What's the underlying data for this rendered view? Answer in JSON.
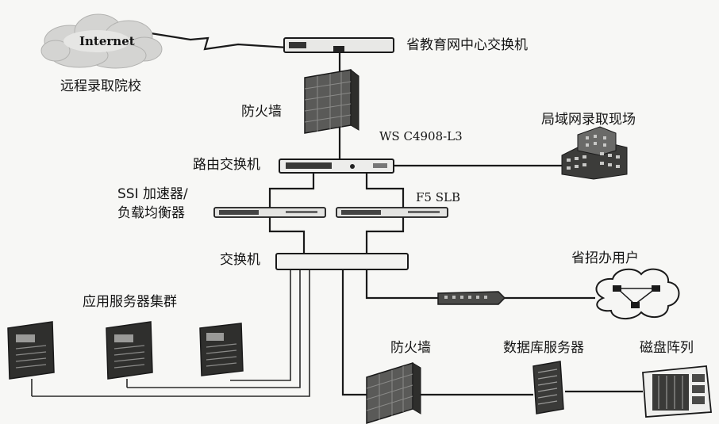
{
  "labels": {
    "internet": "Internet",
    "remote_school": "远程录取院校",
    "province_edu_switch": "省教育网中心交换机",
    "firewall_top": "防火墙",
    "ws_model": "WS C4908-L3",
    "lan_site": "局域网录取现场",
    "router_switch": "路由交换机",
    "ssl_line1": "SSI 加速器/",
    "ssl_line2": "负载均衡器",
    "f5_slb": "F5  SLB",
    "switch": "交换机",
    "admissions_user": "省招办用户",
    "app_cluster": "应用服务器集群",
    "firewall_bottom": "防火墙",
    "db_server": "数据库服务器",
    "disk_array": "磁盘阵列"
  }
}
